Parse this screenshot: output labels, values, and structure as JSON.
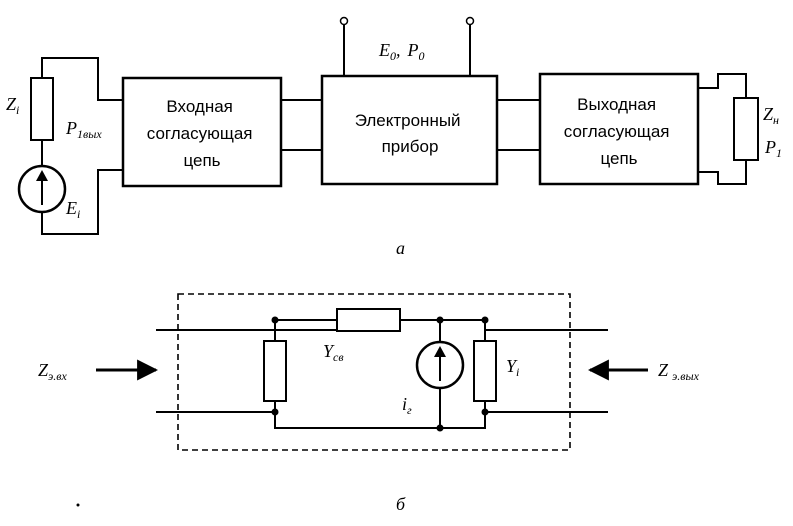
{
  "diagram_a": {
    "label": "а",
    "input_block": [
      "Входная",
      "согласующая",
      "цепь"
    ],
    "device_block": [
      "Электронный",
      "прибор"
    ],
    "output_block": [
      "Выходная",
      "согласующая",
      "цепь"
    ],
    "zi_main": "Z",
    "zi_sub": "i",
    "ei_main": "E",
    "ei_sub": "i",
    "p1vyh_main": "P",
    "p1vyh_sub": "1вых",
    "e0_main": "E",
    "e0_sub": "0",
    "comma": ",",
    "p0_main": "P",
    "p0_sub": "0",
    "zn_main": "Z",
    "zn_sub": "н",
    "p1_main": "P",
    "p1_sub": "1"
  },
  "diagram_b": {
    "label": "б",
    "zvx_main": "Z",
    "zvx_sub": "э.вх",
    "zvyh_main": "Z",
    "zvyh_sub": "э.вых",
    "ysv_main": "Y",
    "ysv_sub": "св",
    "ig_main": "i",
    "ig_sub": "г",
    "yi_main": "Y",
    "yi_sub": "i"
  }
}
